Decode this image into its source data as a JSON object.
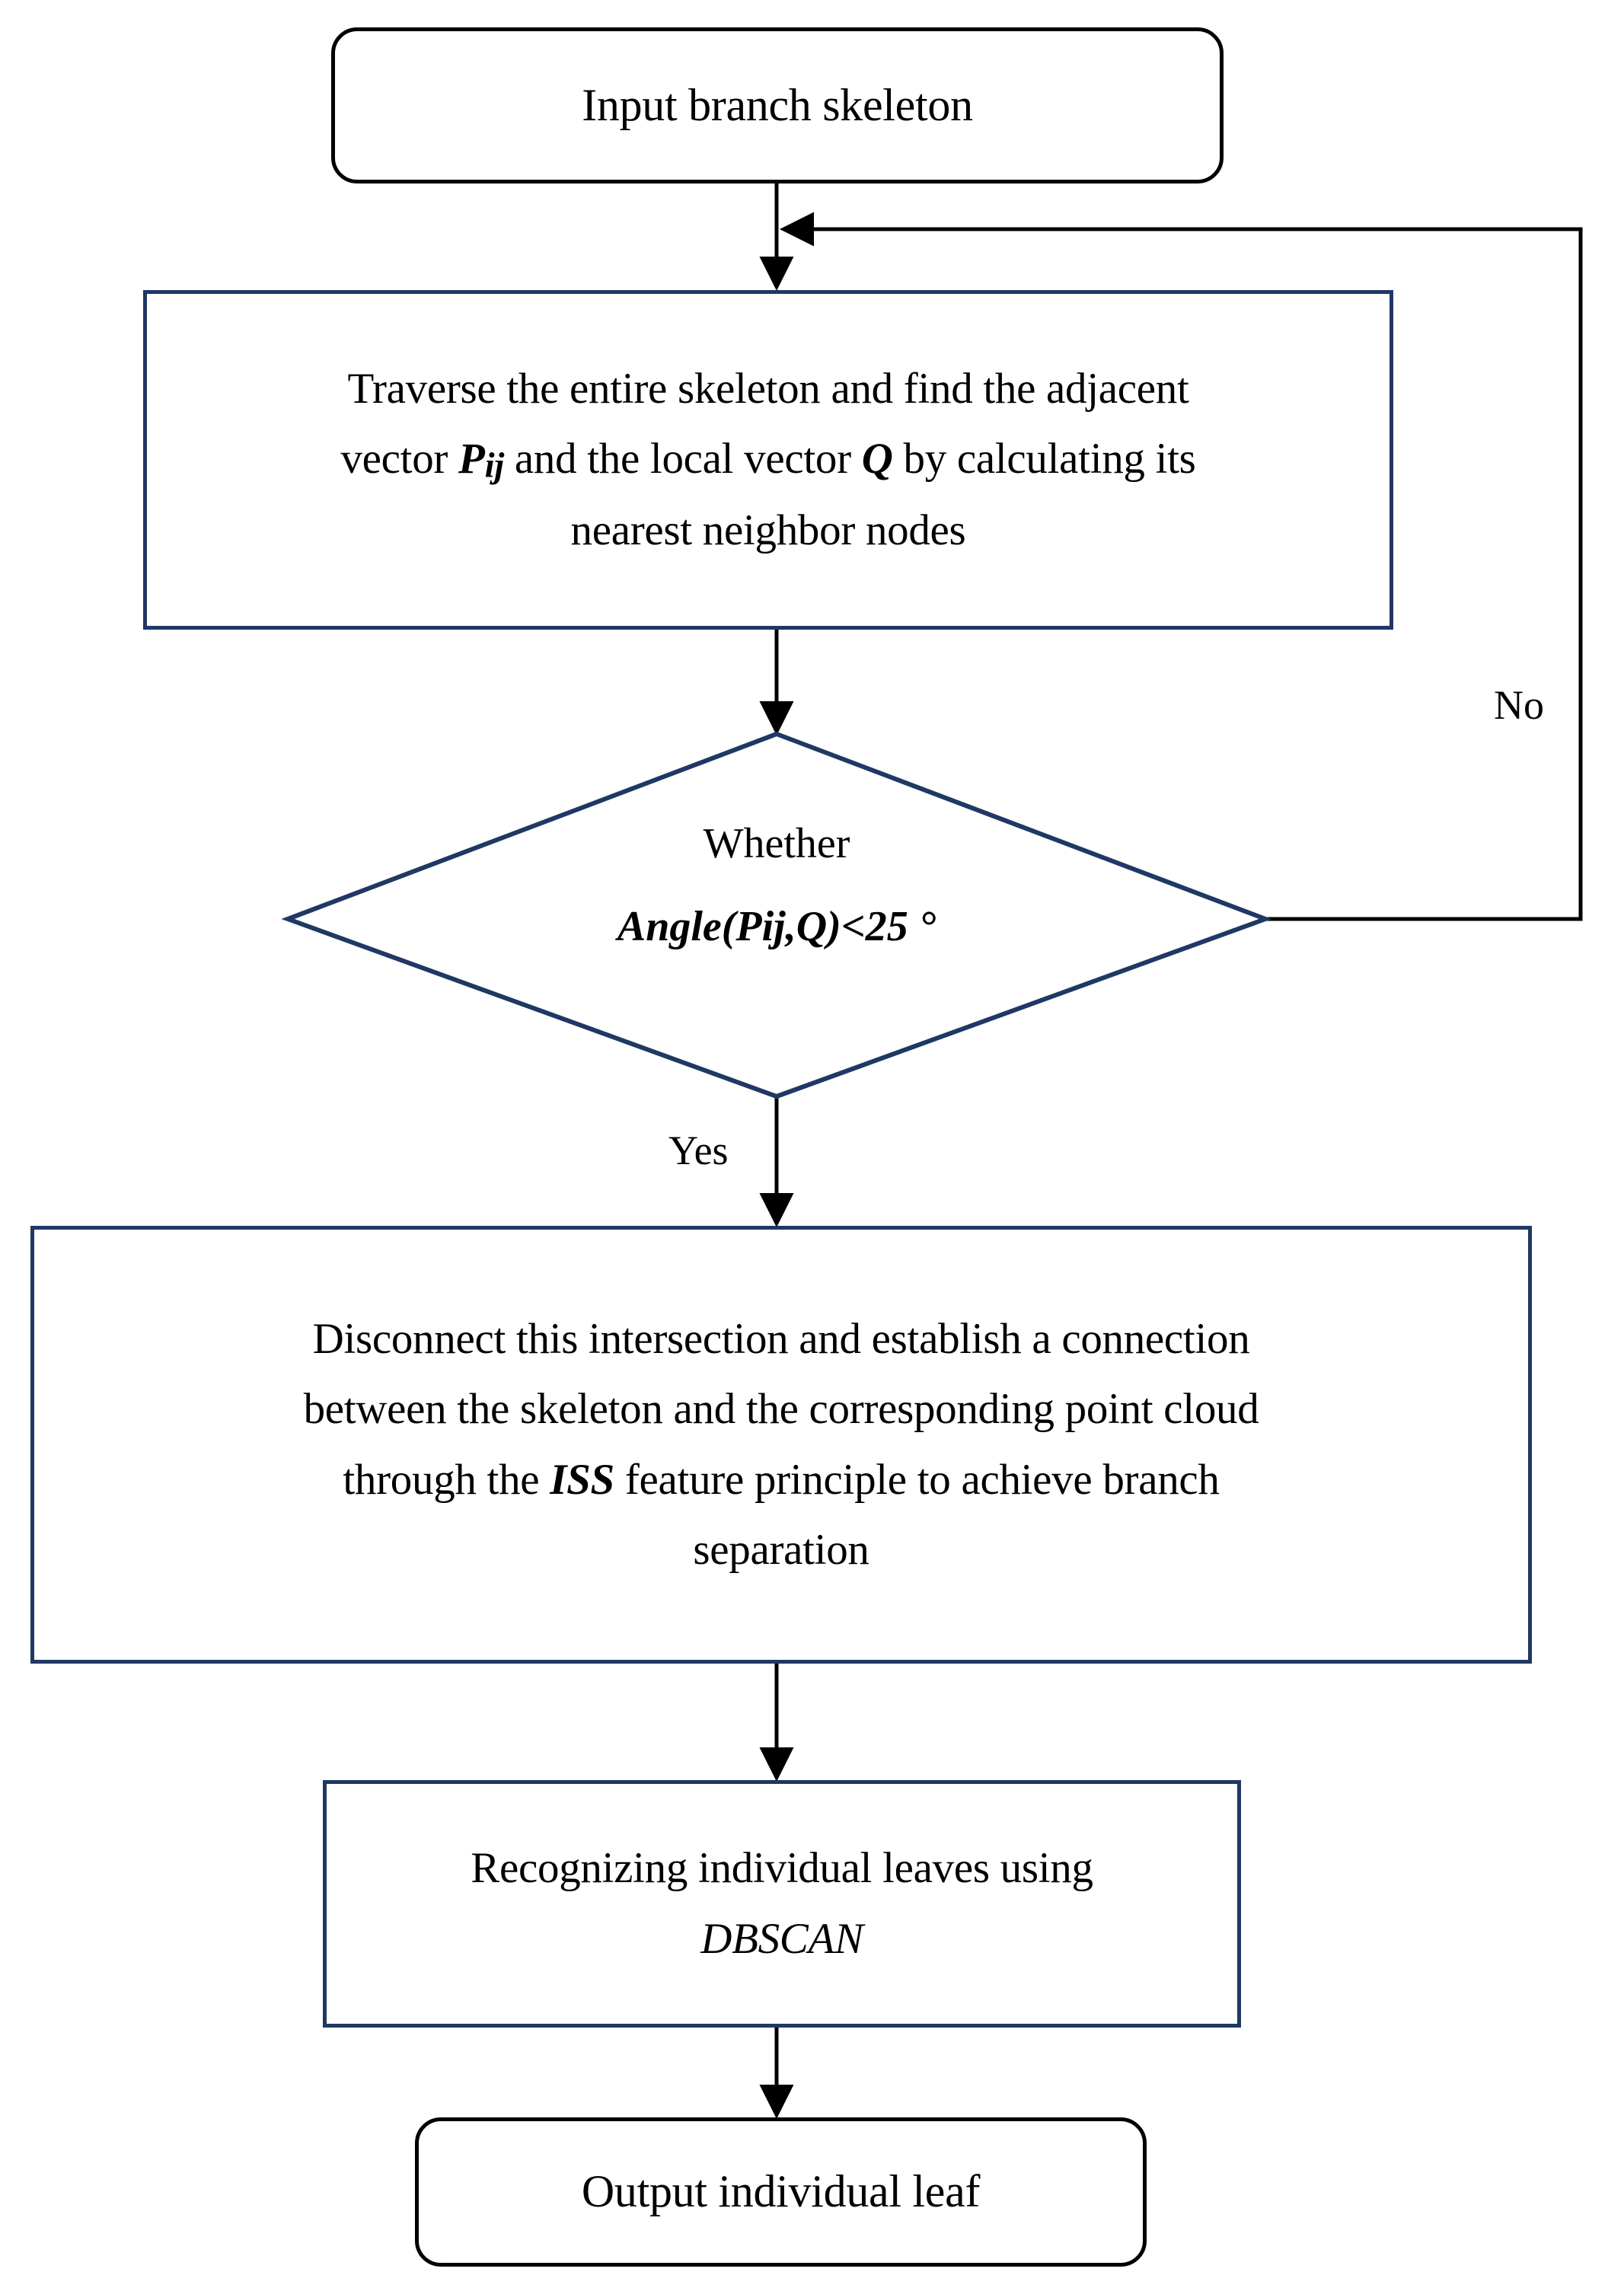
{
  "diagram": {
    "title": "Branch skeleton leaf separation flowchart",
    "type": "flowchart",
    "colors": {
      "process_border": "#1F3864",
      "terminal_border": "#000000",
      "connector": "#000000",
      "background": "#FFFFFF",
      "text": "#000000"
    },
    "nodes": [
      {
        "id": "input",
        "shape": "rounded-rectangle",
        "text": "Input branch skeleton"
      },
      {
        "id": "traverse",
        "shape": "rectangle",
        "line1_a": "Traverse the entire skeleton and find the adjacent",
        "line2_a": "vector ",
        "line2_sym1": "P",
        "line2_sym1_sub": "ij",
        "line2_b": " and the local vector ",
        "line2_sym2": "Q",
        "line2_c": " by calculating its",
        "line3_a": "nearest neighbor nodes"
      },
      {
        "id": "decision",
        "shape": "diamond",
        "line1": "Whether",
        "line2": "Angle(Pij,Q)<25 °"
      },
      {
        "id": "disconnect",
        "shape": "rectangle",
        "line1": "Disconnect this intersection and establish a connection",
        "line2": "between the skeleton and the corresponding point cloud",
        "line3_a": "through the ",
        "line3_sym": "ISS",
        "line3_b": " feature principle to achieve branch",
        "line4": "separation"
      },
      {
        "id": "dbscan",
        "shape": "rectangle",
        "line1": "Recognizing individual leaves using",
        "line2_sym": "DBSCAN"
      },
      {
        "id": "output",
        "shape": "rounded-rectangle",
        "text": "Output individual leaf"
      }
    ],
    "edge_labels": {
      "no": "No",
      "yes": "Yes"
    }
  }
}
